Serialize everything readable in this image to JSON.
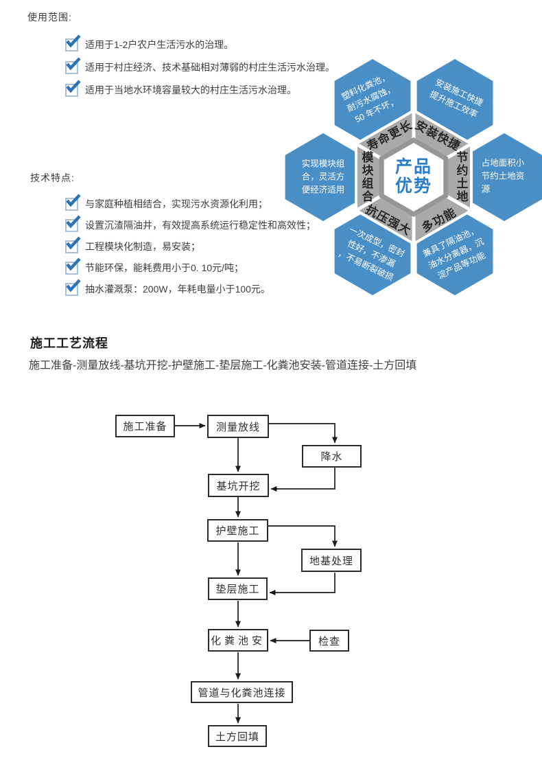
{
  "usage": {
    "heading": "使用范围:",
    "items": [
      "适用于1-2户农户生活污水的治理。",
      "适用于村庄经济、技术基础相对薄弱的村庄生活污水治理。",
      "适用于当地水环境容量较大的村庄生活污水治理。"
    ]
  },
  "tech": {
    "heading": "技术特点:",
    "items": [
      "与家庭种植相结合，实现污水资源化利用；",
      "设置沉渣隔油井，有效提高系统运行稳定性和高效性；",
      "工程模块化制造，易安装；",
      "节能环保，能耗费用小于0. 10元/吨；",
      "抽水灌溉泵：200W，年耗电量小于100元。"
    ]
  },
  "diagram": {
    "center": {
      "lines": [
        "产品",
        "优势"
      ]
    },
    "ring": {
      "nw": "寿命更长",
      "ne": "安装快捷",
      "w": "模块组合",
      "e": "节约土地",
      "sw": "抗压强大",
      "se": "多功能"
    },
    "hexes": {
      "nw": {
        "lines": [
          "塑料化粪池，",
          "耐污水腐蚀，",
          "50 年不坏，"
        ]
      },
      "ne": {
        "lines": [
          "安装施工快捷",
          "提升施工效率"
        ]
      },
      "w": {
        "lines": [
          "实现模块组",
          "合，灵活方",
          "便经济适用"
        ]
      },
      "e": {
        "lines": [
          "占地面积小",
          "节约土地资",
          "源"
        ]
      },
      "sw": {
        "lines": [
          "一次成型，密封",
          "性好，不渗漏",
          "，不易断裂破损"
        ]
      },
      "se": {
        "lines": [
          "兼具了隔油池，",
          "油水分离器，沉",
          "淀产品等功能"
        ]
      }
    },
    "colors": {
      "hex_blue": "#4a8ec6",
      "ring_gray": "#a9a9a9",
      "inner_border_gray": "#969696",
      "center_text_blue": "#2b7dc8"
    }
  },
  "icons": {
    "checkbox": "checked-checkbox-icon",
    "check_color": "#2e74b5",
    "checkbox_border_color": "#a9c1d8"
  },
  "process": {
    "heading": "施工工艺流程",
    "sequence": "施工准备-测量放线-基坑开挖-护壁施工-垫层施工-化粪池安装-管道连接-土方回填"
  },
  "flowchart": {
    "boxes": {
      "prep": "施工准备",
      "survey": "测量放线",
      "dewater": "降水",
      "excavate": "基坑开挖",
      "wall": "护壁施工",
      "foundation": "地基处理",
      "cushion": "垫层施工",
      "tank": "化粪池安",
      "inspect": "检查",
      "pipe": "管道与化粪池连接",
      "backfill": "土方回填"
    }
  }
}
